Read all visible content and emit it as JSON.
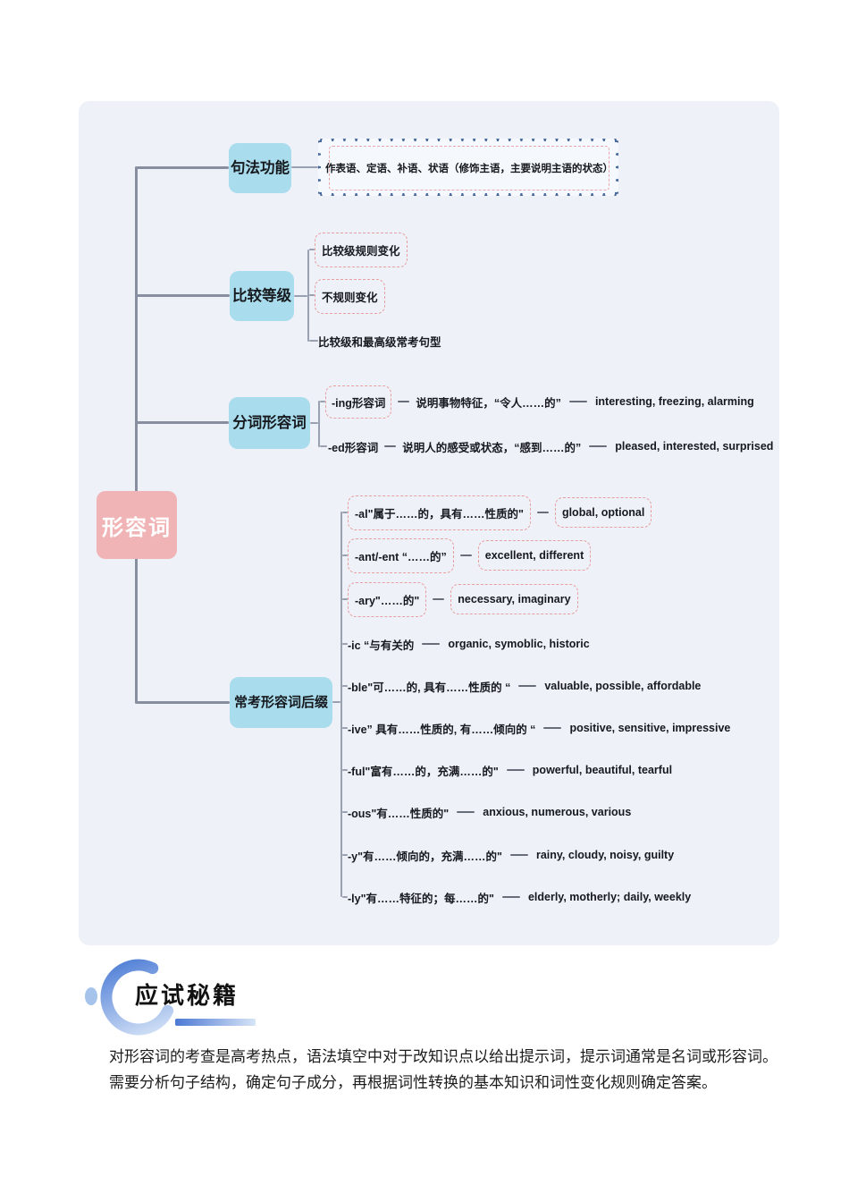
{
  "root": {
    "label": "形容词"
  },
  "branches": [
    {
      "label": "句法功能",
      "children": [
        {
          "text": "作表语、定语、补语、状语（修饰主语，主要说明主语的状态）",
          "style": "cloud-dashed"
        }
      ]
    },
    {
      "label": "比较等级",
      "children": [
        {
          "text": "比较级规则变化",
          "style": "dashed"
        },
        {
          "text": "不规则变化",
          "style": "dashed"
        },
        {
          "text": "比较级和最高级常考句型",
          "style": "plain"
        }
      ]
    },
    {
      "label": "分词形容词",
      "children": [
        {
          "text": "-ing形容词",
          "style": "dashed",
          "desc": "说明事物特征，“令人……的”",
          "examples": "interesting, freezing, alarming"
        },
        {
          "text": "-ed形容词",
          "style": "plain",
          "desc": "说明人的感受或状态，“感到……的”",
          "examples": "pleased, interested, surprised"
        }
      ]
    },
    {
      "label": "常考形容词后缀",
      "children": [
        {
          "text": "-al\"属于……的，具有……性质的\"",
          "style": "dashed",
          "examples": "global, optional",
          "examples_style": "dashed"
        },
        {
          "text": "-ant/-ent “……的”",
          "style": "dashed",
          "examples": "excellent, different",
          "examples_style": "dashed"
        },
        {
          "text": "-ary\"……的\"",
          "style": "dashed",
          "examples": "necessary, imaginary",
          "examples_style": "dashed"
        },
        {
          "text": "-ic “与有关的",
          "style": "plain",
          "examples": "organic, symoblic, historic"
        },
        {
          "text": "-ble\"可……的, 具有……性质的 “",
          "style": "plain",
          "examples": "valuable, possible, affordable"
        },
        {
          "text": "-ive” 具有……性质的, 有……倾向的 “",
          "style": "plain",
          "examples": "positive, sensitive, impressive"
        },
        {
          "text": "-ful\"富有……的，充满……的\"",
          "style": "plain",
          "examples": "powerful, beautiful, tearful"
        },
        {
          "text": "-ous\"有……性质的\"",
          "style": "plain",
          "examples": "anxious, numerous, various"
        },
        {
          "text": "-y\"有……倾向的，充满……的\"",
          "style": "plain",
          "examples": "rainy, cloudy, noisy, guilty"
        },
        {
          "text": "-ly\"有……特征的；每……的\"",
          "style": "plain",
          "examples": "elderly, motherly; daily, weekly"
        }
      ]
    }
  ],
  "tips": {
    "title": "应试秘籍",
    "body_lines": [
      "对形容词的考查是高考热点，语法填空中对于改知识点以给出提示词，提示词通常是名词或形容词。",
      "需要分析句子结构，确定句子成分，再根据词性转换的基本知识和词性变化规则确定答案。"
    ]
  },
  "colors": {
    "branch_box": "#a9dcec",
    "center_box": "#f0b4b6",
    "dashed_border": "#e79f9f",
    "cloud_border": "#47699c",
    "trunk_line": "#878ea0",
    "accent_blue": "#4c79d4",
    "card_bg": "#eef1f8"
  }
}
